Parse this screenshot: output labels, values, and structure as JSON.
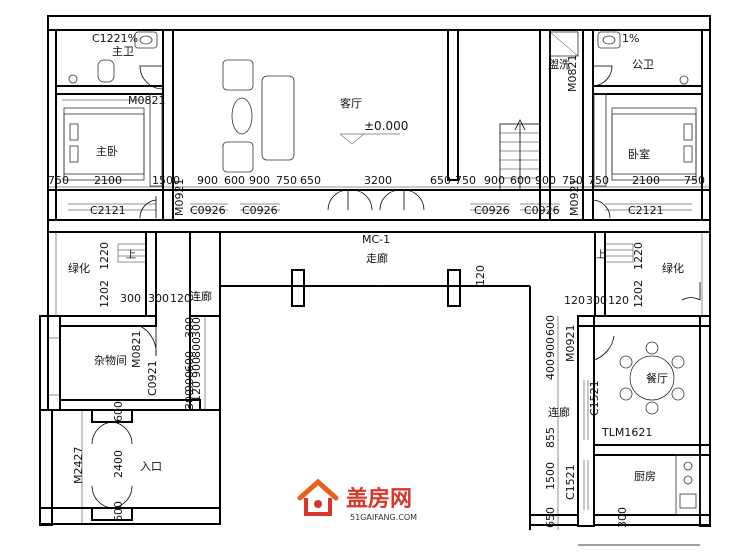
{
  "rooms": {
    "master_bath": "主卫",
    "master_bedroom": "主卧",
    "living_room": "客厅",
    "washroom": "盥洗",
    "public_bath": "公卫",
    "bedroom": "卧室",
    "corridor_main": "走廊",
    "green_left": "绿化",
    "green_right": "绿化",
    "gallery_left": "连廊",
    "gallery_right": "连廊",
    "storage": "杂物间",
    "entrance": "入口",
    "dining": "餐厅",
    "kitchen": "厨房"
  },
  "labels": {
    "elevation": "±0.000",
    "slope_left": "C1221%",
    "slope_right": "1%",
    "main_door": "MC-1",
    "up_left": "上",
    "up_right": "上"
  },
  "codes": {
    "m0821_top": "M0821",
    "m0921_left": "M0921",
    "c0926_a": "C0926",
    "c0926_b": "C0926",
    "c0926_c": "C0926",
    "c0926_d": "C0926",
    "c2121_left": "C2121",
    "c2121_right": "C2121",
    "m0921_right": "M0921",
    "m0821_right": "M0821",
    "m0821_storage": "M0821",
    "c0921_storage": "C0921",
    "m2427": "M2427",
    "m0921_dining": "M0921",
    "c1521_a": "C1521",
    "tlm1621": "TLM1621",
    "c1521_b": "C1521"
  },
  "dims_top": [
    "750",
    "2100",
    "1500",
    "900",
    "600",
    "900",
    "750",
    "650",
    "3200",
    "650",
    "750",
    "900",
    "600",
    "900",
    "750",
    "750",
    "2100",
    "750"
  ],
  "dims_misc": {
    "l1220": "1220",
    "l1202": "1202",
    "l300": "300",
    "l300b": "300",
    "l120": "120",
    "r1220": "1220",
    "r1202": "1202",
    "r120": "120",
    "r300": "300",
    "r120b": "120",
    "mid120": "120",
    "d120a": "120",
    "v300a": "300",
    "v300b": "300",
    "v800": "800",
    "v900": "900",
    "v600s": "600",
    "v900b": "900",
    "v300c": "300",
    "e600a": "600",
    "e2400": "2400",
    "e600b": "600",
    "r600": "600",
    "r900": "900",
    "r400": "400",
    "r855": "855",
    "r1500": "1500",
    "r650": "650",
    "k300": "300"
  },
  "watermark": {
    "name": "盖房网",
    "url": "51GAIFANG.COM"
  },
  "colors": {
    "logo_orange": "#e8601c",
    "logo_red": "#d9362b"
  }
}
